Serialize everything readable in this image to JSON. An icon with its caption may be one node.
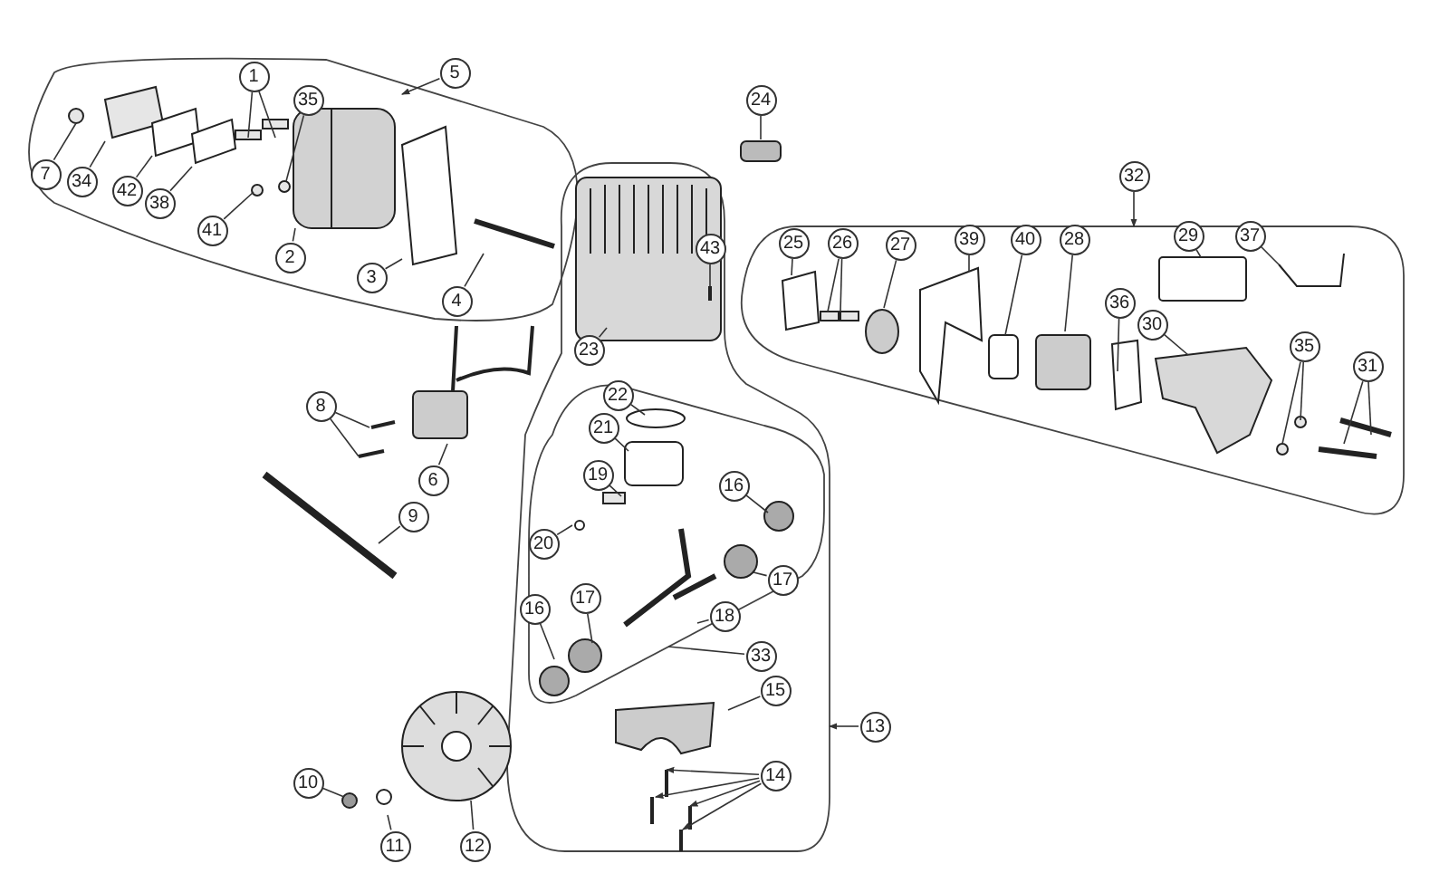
{
  "diagram": {
    "nodes": [
      {
        "text": [
          "5"
        ]
      },
      {
        "text": [
          "1"
        ]
      },
      {
        "text": [
          "35"
        ]
      },
      {
        "text": [
          "24"
        ]
      },
      {
        "text": [
          "7"
        ]
      },
      {
        "text": [
          "34"
        ]
      },
      {
        "text": [
          "42"
        ]
      },
      {
        "text": [
          "38"
        ]
      },
      {
        "text": [
          "32"
        ]
      },
      {
        "text": [
          "41"
        ]
      },
      {
        "text": [
          "2"
        ]
      },
      {
        "text": [
          "25"
        ]
      },
      {
        "text": [
          "26"
        ]
      },
      {
        "text": [
          "27"
        ]
      },
      {
        "text": [
          "39"
        ]
      },
      {
        "text": [
          "40"
        ]
      },
      {
        "text": [
          "28"
        ]
      },
      {
        "text": [
          "29"
        ]
      },
      {
        "text": [
          "37"
        ]
      },
      {
        "text": [
          "43"
        ]
      },
      {
        "text": [
          "3"
        ]
      },
      {
        "text": [
          "4"
        ]
      },
      {
        "text": [
          "36"
        ]
      },
      {
        "text": [
          "30"
        ]
      },
      {
        "text": [
          "23"
        ]
      },
      {
        "text": [
          "35"
        ]
      },
      {
        "text": [
          "31"
        ]
      },
      {
        "text": [
          "22"
        ]
      },
      {
        "text": [
          "8"
        ]
      },
      {
        "text": [
          "21"
        ]
      },
      {
        "text": [
          "19"
        ]
      },
      {
        "text": [
          "6"
        ]
      },
      {
        "text": [
          "16"
        ]
      },
      {
        "text": [
          "9"
        ]
      },
      {
        "text": [
          "20"
        ]
      },
      {
        "text": [
          "17"
        ]
      },
      {
        "text": [
          "17"
        ]
      },
      {
        "text": [
          "16"
        ]
      },
      {
        "text": [
          "18"
        ]
      },
      {
        "text": [
          "33"
        ]
      },
      {
        "text": [
          "15"
        ]
      },
      {
        "text": [
          "13"
        ]
      },
      {
        "text": [
          "14"
        ]
      },
      {
        "text": [
          "10"
        ]
      },
      {
        "text": [
          "11"
        ]
      },
      {
        "text": [
          "12"
        ]
      }
    ],
    "edges": [
      {
        "from": 0,
        "to": null,
        "arrow": "to"
      },
      {
        "from": 1,
        "to": null,
        "arrow": "none"
      },
      {
        "from": 1,
        "to": null,
        "arrow": "none"
      },
      {
        "from": 2,
        "to": null,
        "arrow": "none"
      },
      {
        "from": 3,
        "to": null,
        "arrow": "none"
      },
      {
        "from": 4,
        "to": null,
        "arrow": "none"
      },
      {
        "from": 5,
        "to": null,
        "arrow": "none"
      },
      {
        "from": 6,
        "to": null,
        "arrow": "none"
      },
      {
        "from": 7,
        "to": null,
        "arrow": "none"
      },
      {
        "from": 8,
        "to": null,
        "arrow": "to"
      },
      {
        "from": 9,
        "to": null,
        "arrow": "none"
      },
      {
        "from": 10,
        "to": null,
        "arrow": "none"
      },
      {
        "from": 11,
        "to": null,
        "arrow": "none"
      },
      {
        "from": 12,
        "to": null,
        "arrow": "none"
      },
      {
        "from": 12,
        "to": null,
        "arrow": "none"
      },
      {
        "from": 13,
        "to": null,
        "arrow": "none"
      },
      {
        "from": 14,
        "to": null,
        "arrow": "none"
      },
      {
        "from": 15,
        "to": null,
        "arrow": "none"
      },
      {
        "from": 16,
        "to": null,
        "arrow": "none"
      },
      {
        "from": 17,
        "to": null,
        "arrow": "none"
      },
      {
        "from": 18,
        "to": null,
        "arrow": "none"
      },
      {
        "from": 19,
        "to": null,
        "arrow": "none"
      },
      {
        "from": 20,
        "to": null,
        "arrow": "none"
      },
      {
        "from": 21,
        "to": null,
        "arrow": "none"
      },
      {
        "from": 22,
        "to": null,
        "arrow": "none"
      },
      {
        "from": 23,
        "to": null,
        "arrow": "none"
      },
      {
        "from": 24,
        "to": null,
        "arrow": "none"
      },
      {
        "from": 25,
        "to": null,
        "arrow": "none"
      },
      {
        "from": 25,
        "to": null,
        "arrow": "none"
      },
      {
        "from": 26,
        "to": null,
        "arrow": "none"
      },
      {
        "from": 26,
        "to": null,
        "arrow": "none"
      },
      {
        "from": 27,
        "to": null,
        "arrow": "none"
      },
      {
        "from": 28,
        "to": null,
        "arrow": "none"
      },
      {
        "from": 28,
        "to": null,
        "arrow": "none"
      },
      {
        "from": 29,
        "to": null,
        "arrow": "none"
      },
      {
        "from": 30,
        "to": null,
        "arrow": "none"
      },
      {
        "from": 31,
        "to": null,
        "arrow": "none"
      },
      {
        "from": 32,
        "to": null,
        "arrow": "none"
      },
      {
        "from": 33,
        "to": null,
        "arrow": "none"
      },
      {
        "from": 34,
        "to": null,
        "arrow": "none"
      },
      {
        "from": 35,
        "to": null,
        "arrow": "none"
      },
      {
        "from": 36,
        "to": null,
        "arrow": "none"
      },
      {
        "from": 37,
        "to": null,
        "arrow": "none"
      },
      {
        "from": 38,
        "to": null,
        "arrow": "none"
      },
      {
        "from": 39,
        "to": null,
        "arrow": "none"
      },
      {
        "from": 40,
        "to": null,
        "arrow": "none"
      },
      {
        "from": 41,
        "to": null,
        "arrow": "to"
      },
      {
        "from": 42,
        "to": null,
        "arrow": "to"
      },
      {
        "from": 42,
        "to": null,
        "arrow": "to"
      },
      {
        "from": 42,
        "to": null,
        "arrow": "to"
      },
      {
        "from": 42,
        "to": null,
        "arrow": "to"
      },
      {
        "from": 43,
        "to": null,
        "arrow": "none"
      },
      {
        "from": 44,
        "to": null,
        "arrow": "none"
      },
      {
        "from": 45,
        "to": null,
        "arrow": "none"
      }
    ]
  }
}
